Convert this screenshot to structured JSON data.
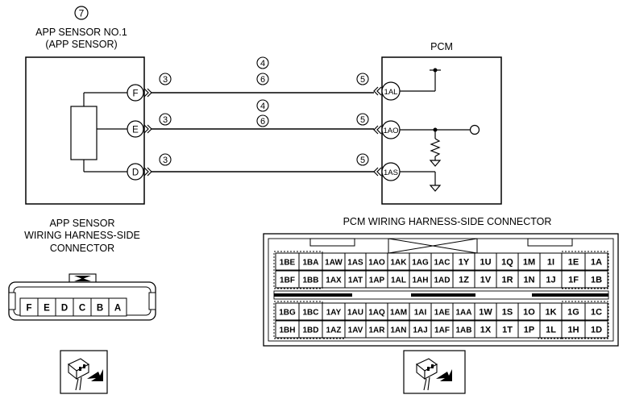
{
  "callouts": {
    "sensor_ref": "7",
    "pin_ref": "3",
    "wire_ref_a": "4",
    "wire_ref_b": "6",
    "pcm_ref": "5"
  },
  "sensor": {
    "title_line1": "APP SENSOR NO.1",
    "title_line2": "(APP SENSOR)",
    "pins": [
      "F",
      "E",
      "D"
    ]
  },
  "pcm": {
    "title": "PCM",
    "pins": [
      "1AL",
      "1AO",
      "1AS"
    ]
  },
  "sensor_connector": {
    "title_line1": "APP SENSOR",
    "title_line2": "WIRING HARNESS-SIDE",
    "title_line3": "CONNECTOR",
    "pins": [
      "F",
      "E",
      "D",
      "C",
      "B",
      "A"
    ]
  },
  "pcm_connector": {
    "title": "PCM WIRING HARNESS-SIDE CONNECTOR",
    "upper_rows": [
      [
        "1BE",
        "1BA",
        "1AW",
        "1AS",
        "1AO",
        "1AK",
        "1AG",
        "1AC",
        "1Y",
        "1U",
        "1Q",
        "1M",
        "1I",
        "1E",
        "1A"
      ],
      [
        "1BF",
        "1BB",
        "1AX",
        "1AT",
        "1AP",
        "1AL",
        "1AH",
        "1AD",
        "1Z",
        "1V",
        "1R",
        "1N",
        "1J",
        "1F",
        "1B"
      ]
    ],
    "lower_rows": [
      [
        "1BG",
        "1BC",
        "1AY",
        "1AU",
        "1AQ",
        "1AM",
        "1AI",
        "1AE",
        "1AA",
        "1W",
        "1S",
        "1O",
        "1K",
        "1G",
        "1C"
      ],
      [
        "1BH",
        "1BD",
        "1AZ",
        "1AV",
        "1AR",
        "1AN",
        "1AJ",
        "1AF",
        "1AB",
        "1X",
        "1T",
        "1P",
        "1L",
        "1H",
        "1D"
      ]
    ]
  }
}
